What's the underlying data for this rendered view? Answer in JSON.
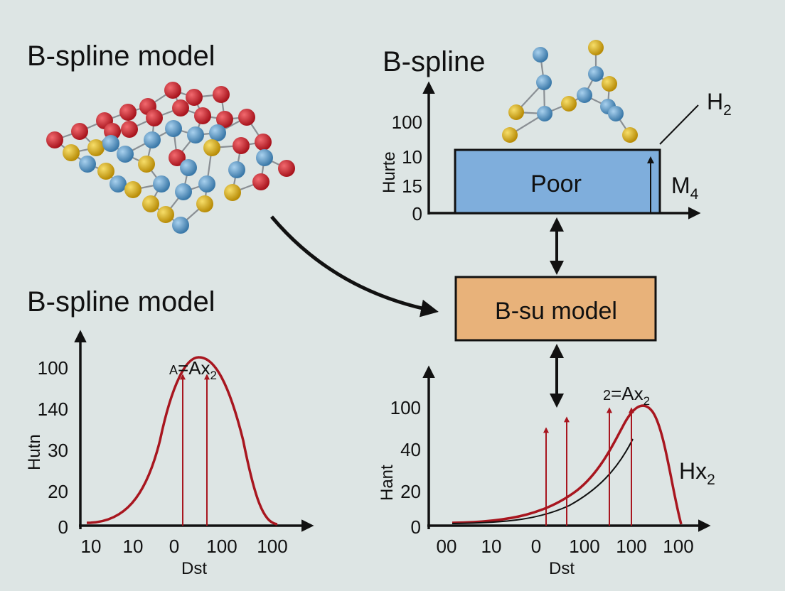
{
  "colors": {
    "background": "#dde5e4",
    "atom_red": "#c81f2b",
    "atom_blue": "#5b9bc8",
    "atom_yellow": "#e0b21a",
    "box_blue": "#7faedc",
    "box_orange": "#e8b27a",
    "curve_red": "#a8161f"
  },
  "titles": {
    "top_left": "B-spline model",
    "top_right": "B-spline",
    "bottom_left": "B-spline model"
  },
  "top_right_panel": {
    "box_label": "Poor",
    "y_ticks": [
      "100",
      "10",
      "15",
      "0"
    ],
    "y_label": "Hurte",
    "label_h2_base": "H",
    "label_h2_sub": "2",
    "label_m4_base": "M",
    "label_m4_sub": "4"
  },
  "center_box": {
    "label": "B-su model"
  },
  "bottom_left_chart": {
    "y_ticks": [
      "100",
      "140",
      "30",
      "20",
      "0"
    ],
    "x_ticks": [
      "10",
      "10",
      "0",
      "100",
      "100"
    ],
    "y_label": "Hutn",
    "x_label": "Dst",
    "annotation_pre": "A",
    "annotation_main": "=Ax",
    "annotation_sub": "2"
  },
  "bottom_right_chart": {
    "y_ticks": [
      "100",
      "40",
      "20",
      "0"
    ],
    "x_ticks": [
      "00",
      "10",
      "0",
      "100",
      "100",
      "100"
    ],
    "y_label": "Hant",
    "x_label": "Dst",
    "annotation_pre": "2",
    "annotation_main": "=Ax",
    "annotation_sub": "2",
    "side_label_base": "Hx",
    "side_label_sub": "2"
  }
}
